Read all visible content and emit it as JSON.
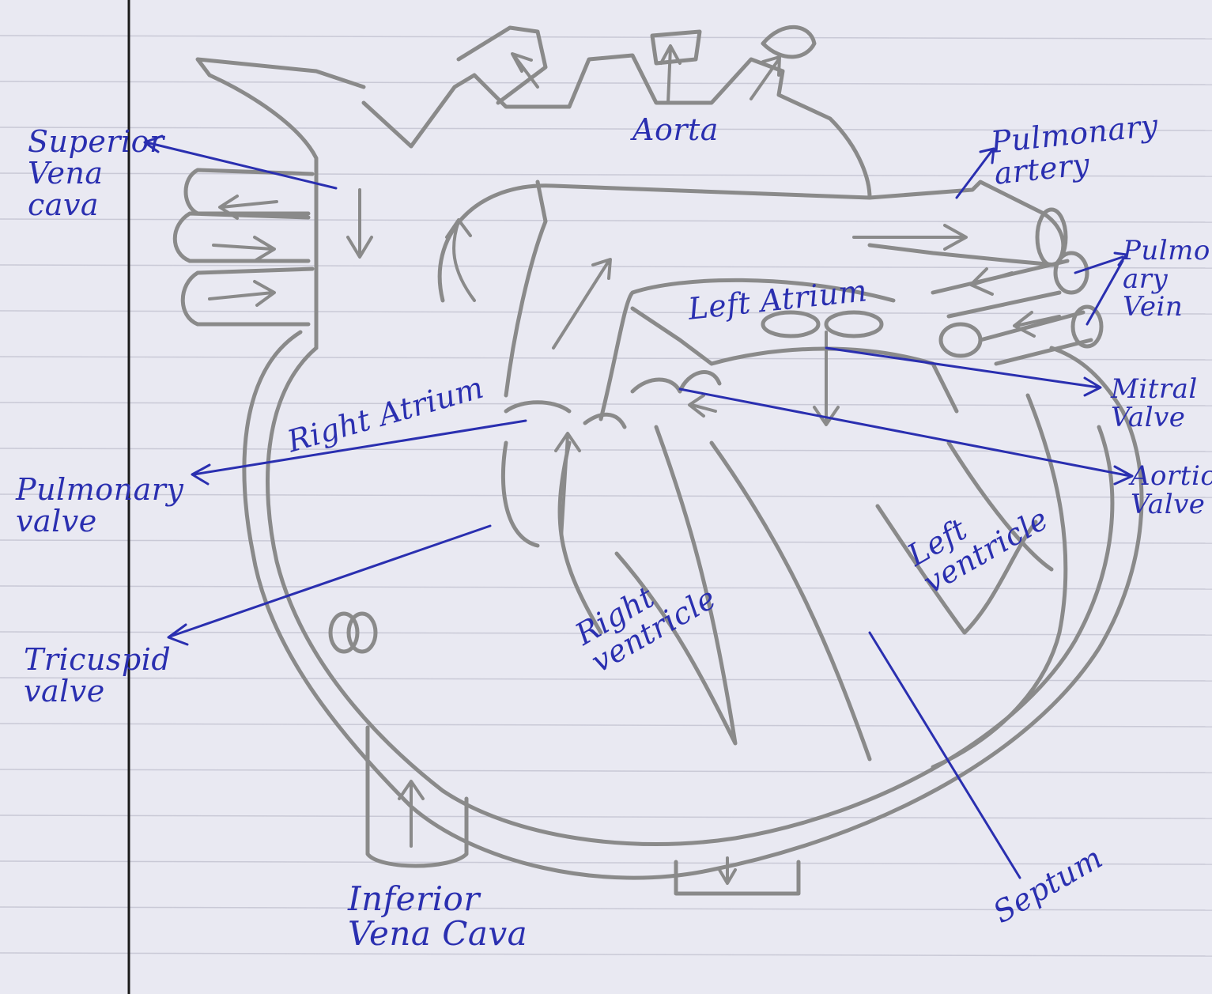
{
  "diagram": {
    "labels": {
      "superior_vena_cava": "Superior\nVena\ncava",
      "aorta": "Aorta",
      "pulmonary_artery": "Pulmonary\nartery",
      "pulmonary_vein": "Pulmon\nary\nVein",
      "left_atrium": "Left Atrium",
      "right_atrium": "Right Atrium",
      "mitral_valve": "Mitral\nValve",
      "aortic_valve": "Aortic\nValve",
      "pulmonary_valve": "Pulmonary\nvalve",
      "tricuspid_valve": "Tricuspid\nvalve",
      "left_ventricle": "Left\nventricle",
      "right_ventricle": "Right\nventricle",
      "inferior_vena_cava": "Inferior\nVena Cava",
      "septum": "Septum"
    },
    "colors": {
      "paper": "#e9e9f2",
      "rule_line": "#c9c9d6",
      "margin_line": "#1a1a1a",
      "pencil": "#8a8a8a",
      "ink": "#2a2fb0"
    }
  }
}
